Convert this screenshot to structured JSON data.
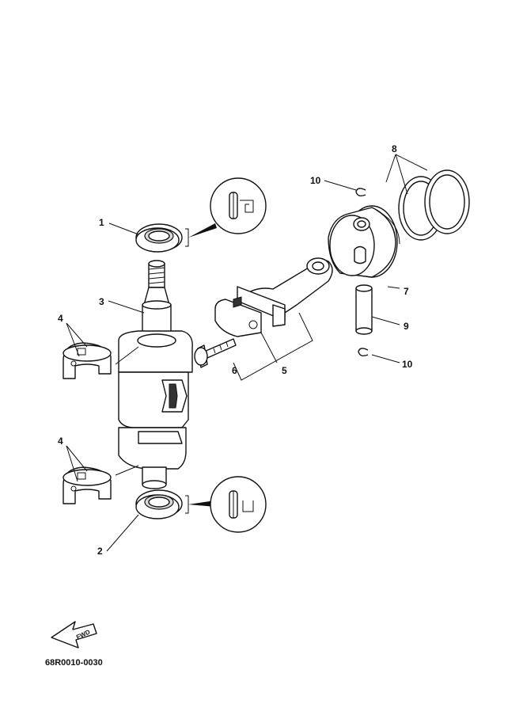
{
  "diagram_code": "68R0010-0030",
  "fwd_label": "FWD",
  "callouts": {
    "c1": "1",
    "c2": "2",
    "c3": "3",
    "c4a": "4",
    "c4b": "4",
    "c5": "5",
    "c6": "6",
    "c7": "7",
    "c8": "8",
    "c9": "9",
    "c10a": "10",
    "c10b": "10"
  },
  "icons": [
    "grease-symbol-icon",
    "fwd-arrow-icon"
  ]
}
